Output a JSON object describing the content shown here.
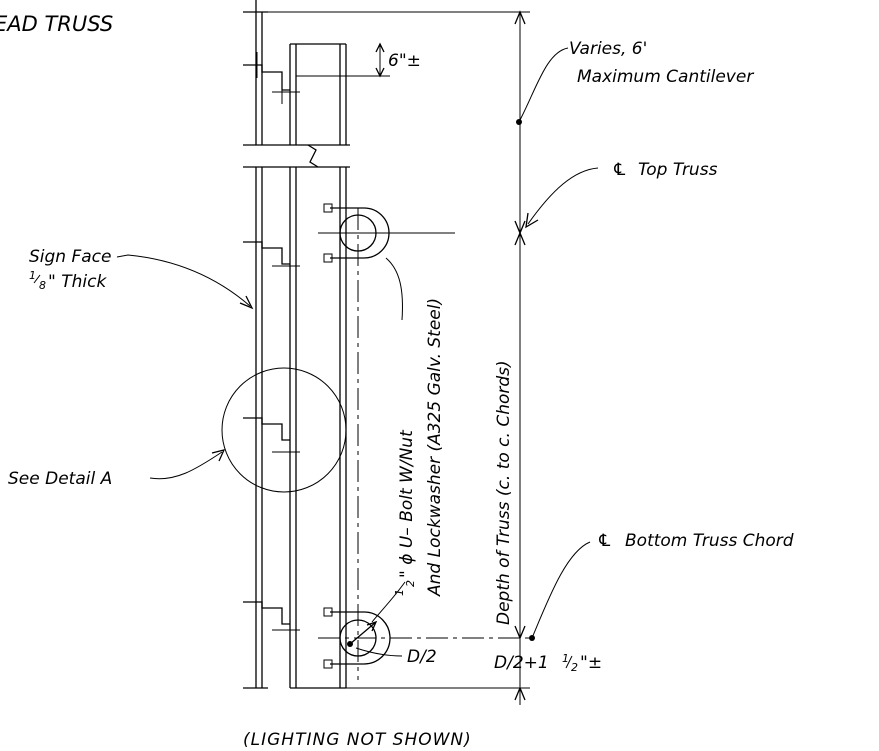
{
  "title": "EAD TRUSS",
  "labels": {
    "six_inch": "6\"±",
    "varies_line1": "Varies, 6'",
    "varies_line2": "Maximum  Cantilever",
    "cl_symbol": "℄",
    "top_truss": "Top Truss",
    "sign_face_line1": "Sign Face",
    "sign_face_frac_num": "1",
    "sign_face_frac_den": "8",
    "sign_face_line2_rest": "\" Thick",
    "see_detail": "See Detail A",
    "ubolt_frac_num": "1",
    "ubolt_frac_den": "2",
    "ubolt_line1_rest": "\" ϕ U– Bolt W/Nut",
    "ubolt_line2": "And Lockwasher (A325 Galv. Steel)",
    "depth": "Depth of Truss (c. to c. Chords)",
    "bottom_chord": "Bottom  Truss Chord",
    "d_half": "D/2",
    "d_half_plus": "D/2+1",
    "d_half_plus_frac_num": "1",
    "d_half_plus_frac_den": "2",
    "d_half_plus_rest": "\"±",
    "lighting": "(LIGHTING NOT SHOWN)"
  }
}
